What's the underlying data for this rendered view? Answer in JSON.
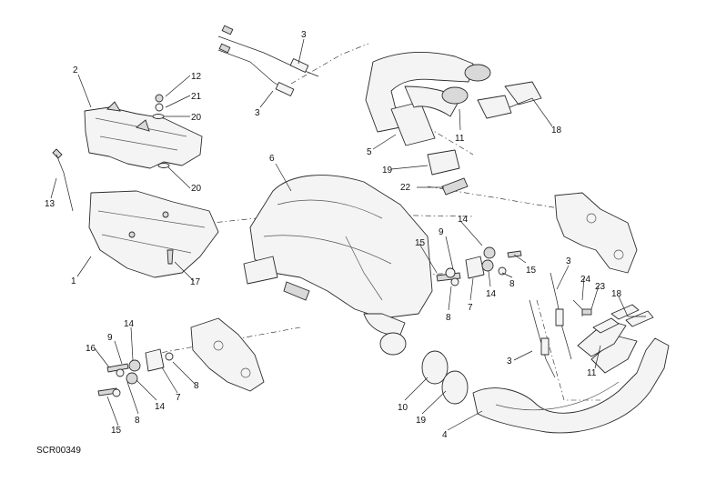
{
  "drawing_code": "SCR00349",
  "callouts": [
    "1",
    "2",
    "3",
    "3",
    "3",
    "3",
    "4",
    "5",
    "6",
    "7",
    "7",
    "8",
    "8",
    "8",
    "8",
    "9",
    "9",
    "10",
    "11",
    "11",
    "12",
    "13",
    "14",
    "14",
    "14",
    "14",
    "15",
    "15",
    "15",
    "16",
    "17",
    "18",
    "18",
    "19",
    "19",
    "20",
    "20",
    "21",
    "22",
    "23",
    "24"
  ]
}
